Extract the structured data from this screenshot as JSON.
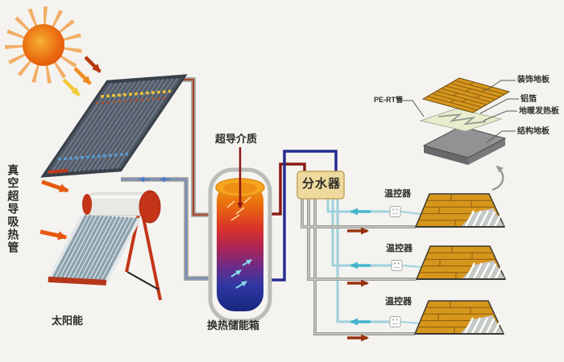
{
  "labels": {
    "vacuum_tube": "真空超导吸热管",
    "solar_heater": "太阳能",
    "medium": "超导介质",
    "storage_tank": "换热储能箱",
    "manifold": "分水器",
    "pert_pipe": "PE-RT管",
    "decorative_floor": "装饰地板",
    "aluminum_foil": "铝箔",
    "heating_panel": "地暖发热板",
    "structural_floor": "结构地板",
    "thermostat": "温控器"
  },
  "colors": {
    "background": "#f4f3f0",
    "sun_core": "#ea6a10",
    "sun_rays": "#f2a85c",
    "collector_panel": "#4d5663",
    "heater_frame_red": "#c43418",
    "tank_hot_top": "#f29d12",
    "tank_cold_bottom": "#16277e",
    "hot_pipe": "#8c1a14",
    "cold_pipe": "#262c90",
    "gray_pipe": "#9b9b96",
    "return_flow": "#45b4cf",
    "supply_flow": "#96330e",
    "manifold_fill": "#eeda9e",
    "wood_floor": "#d6961c"
  }
}
